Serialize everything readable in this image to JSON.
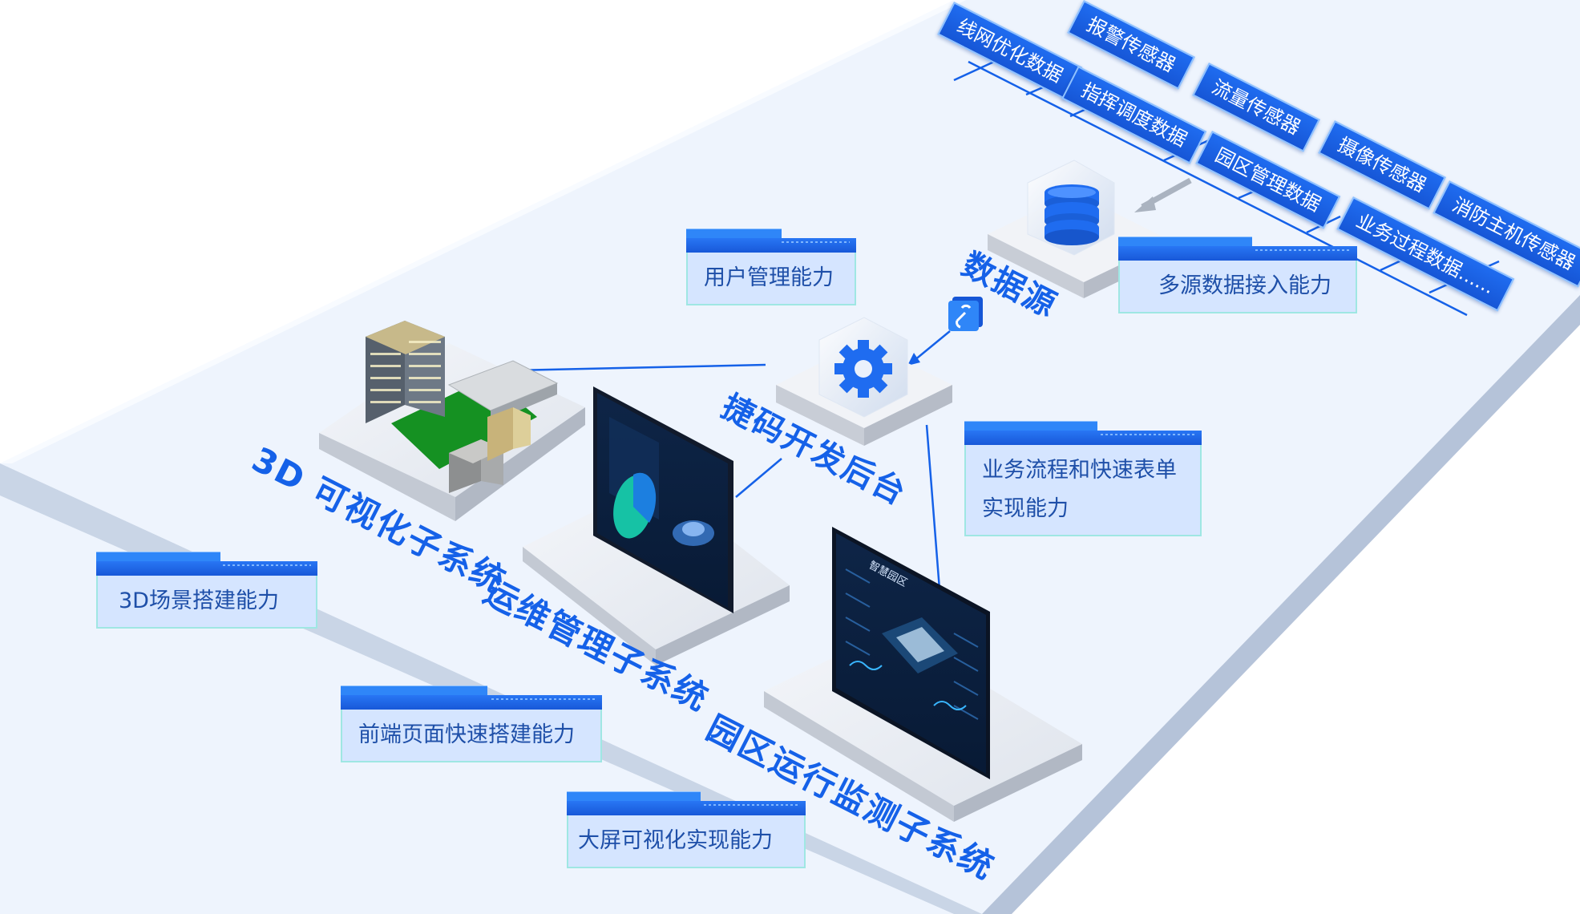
{
  "data_tags": [
    "线网优化数据",
    "报警传感器",
    "指挥调度数据",
    "流量传感器",
    "园区管理数据",
    "摄像传感器",
    "业务过程数据......",
    "消防主机传感器"
  ],
  "data_source_label": "数据源",
  "backend_label": "捷码开发后台",
  "subsystems": [
    "3D 可视化子系统",
    "运维管理子系统",
    "园区运行监测子系统"
  ],
  "capabilities": {
    "user_mgmt": "用户管理能力",
    "multi_source": "多源数据接入能力",
    "workflow_line1": "业务流程和快速表单",
    "workflow_line2": "实现能力",
    "scene_3d": "3D场景搭建能力",
    "frontend": "前端页面快速搭建能力",
    "bigscreen": "大屏可视化实现能力"
  },
  "screen_title": "智慧园区",
  "colors": {
    "accent": "#1561e8",
    "platform_top": "#eef4fd",
    "platform_side": "#c9d5e6",
    "card_body": "#d5e5ff"
  }
}
